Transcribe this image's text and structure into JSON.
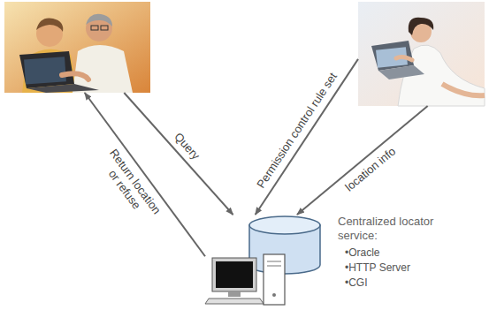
{
  "diagram": {
    "nodes": [
      {
        "text": []
      },
      {
        "text": []
      },
      {
        "text": [
          "Centralized locator service:",
          "•Oracle",
          "•HTTP Server",
          "•CGI"
        ]
      }
    ],
    "edges": [
      {
        "from": 0,
        "to": 2,
        "label": "Query",
        "arrow": "to"
      },
      {
        "from": 2,
        "to": 0,
        "label": "Return location or refuse",
        "arrow": "to"
      },
      {
        "from": 1,
        "to": 2,
        "label": "Permission control rule set",
        "arrow": "to"
      },
      {
        "from": 1,
        "to": 2,
        "label": "location info",
        "arrow": "to"
      }
    ]
  }
}
